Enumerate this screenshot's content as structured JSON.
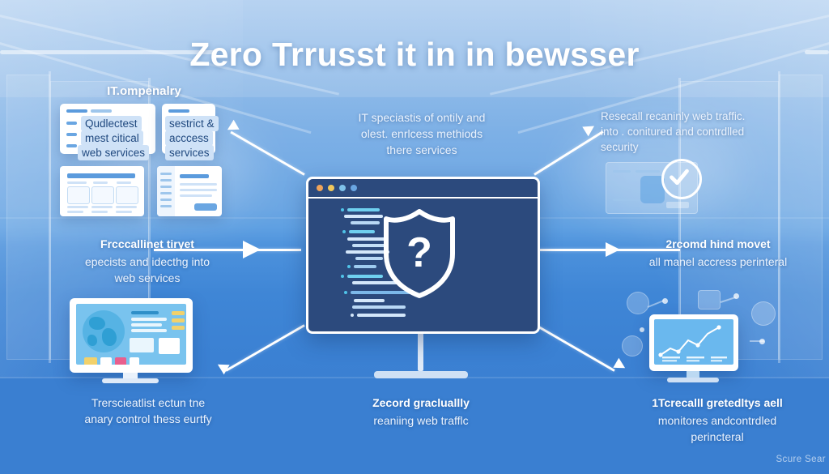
{
  "meta": {
    "title": "Zero Trrusst it in in bewsser",
    "watermark": "Scure Sear",
    "accent_blue": "#3a7fd1",
    "light_blue": "#a8c9ee",
    "browser_navy": "#2c4a7d",
    "white": "#ffffff",
    "pill_blue": "#cfe2f7"
  },
  "blocks": {
    "top_left": {
      "heading": "IT.ompenalry",
      "list_card_left": [
        "Qudlectest",
        "mest citical",
        "web services"
      ],
      "list_card_right": [
        "sestrict &",
        "acccess",
        "services"
      ]
    },
    "top_center": {
      "lines": [
        "IT speciastis of ontily and",
        "olest. enrlcess methiods",
        "there services"
      ]
    },
    "top_right": {
      "lines": [
        "Resecall recaninly web traffic.",
        "into . conitured and contrdlled",
        "security"
      ]
    },
    "mid_left": {
      "heading": "Frcccallinet tiryet",
      "lines": [
        "epecists and idecthg into",
        "web services"
      ]
    },
    "mid_right": {
      "heading": "2rcomd hind movet",
      "lines": [
        "all manel accress perinteral"
      ]
    },
    "bottom_left": {
      "lines": [
        "Trerscieatlist ectun tne",
        "anary control thess eurtfy"
      ]
    },
    "bottom_center": {
      "heading": "Zecord gracluallly",
      "lines": [
        "reaniing web trafflc"
      ]
    },
    "bottom_right": {
      "heading": "1Tcrecalll gretedltys aell",
      "lines": [
        "monitores andcontrdled",
        "perincteral"
      ]
    }
  },
  "browser": {
    "dots": [
      "#f0a45a",
      "#f2c85c",
      "#7fc2ea",
      "#6aa6e2"
    ],
    "shield_symbol": "?"
  },
  "icons": {
    "shield": "shield-icon",
    "question": "question-mark-icon",
    "check": "check-circle-icon",
    "globe": "globe-icon",
    "chart": "line-chart-icon",
    "arrow": "arrow-icon"
  }
}
